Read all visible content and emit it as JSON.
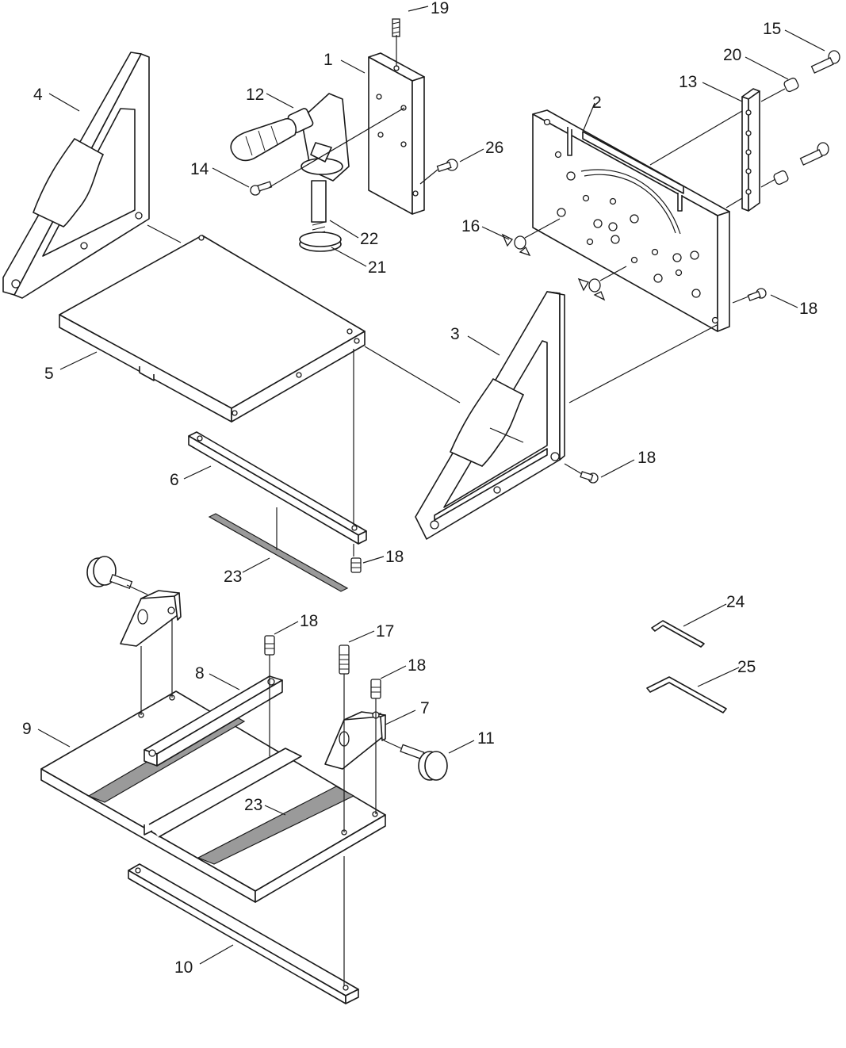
{
  "callouts": {
    "c1": "1",
    "c2": "2",
    "c3": "3",
    "c4": "4",
    "c5": "5",
    "c6": "6",
    "c7": "7",
    "c8": "8",
    "c9": "9",
    "c10": "10",
    "c11": "11",
    "c12": "12",
    "c13": "13",
    "c14": "14",
    "c15": "15",
    "c16": "16",
    "c17": "17",
    "c18a": "18",
    "c18b": "18",
    "c18c": "18",
    "c18d": "18",
    "c18e": "18",
    "c19": "19",
    "c20": "20",
    "c21": "21",
    "c22": "22",
    "c23a": "23",
    "c23b": "23",
    "c24": "24",
    "c25": "25",
    "c26": "26"
  }
}
